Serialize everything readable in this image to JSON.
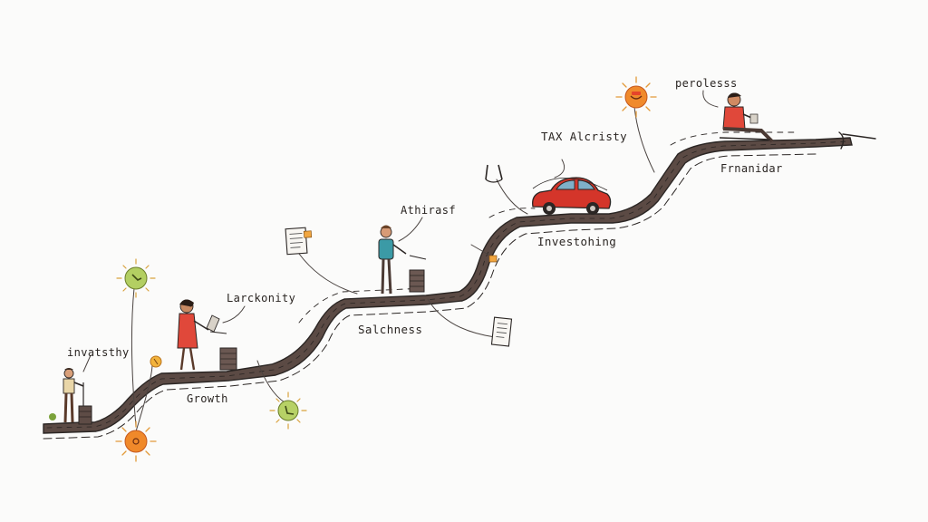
{
  "labels": {
    "start": "invatsthy",
    "growth": "Growth",
    "lardonity": "Larckonity",
    "salchness": "Salchness",
    "athirasf": "Athirasf",
    "investing": "Investohing",
    "tax": "TAX Alcristy",
    "finandar": "Frnanidar",
    "perolesss": "perolesss"
  },
  "icons": [
    "sun-icon",
    "coin-icon",
    "clock-icon",
    "document-icon",
    "car-icon",
    "scale-icon"
  ],
  "colors": {
    "ink": "#2b2624",
    "road": "#5a4842",
    "sun": "#f0892a",
    "green": "#a7c95a",
    "car": "#d4352a",
    "shirt_red": "#e0483a",
    "shirt_teal": "#3b9aa6"
  }
}
